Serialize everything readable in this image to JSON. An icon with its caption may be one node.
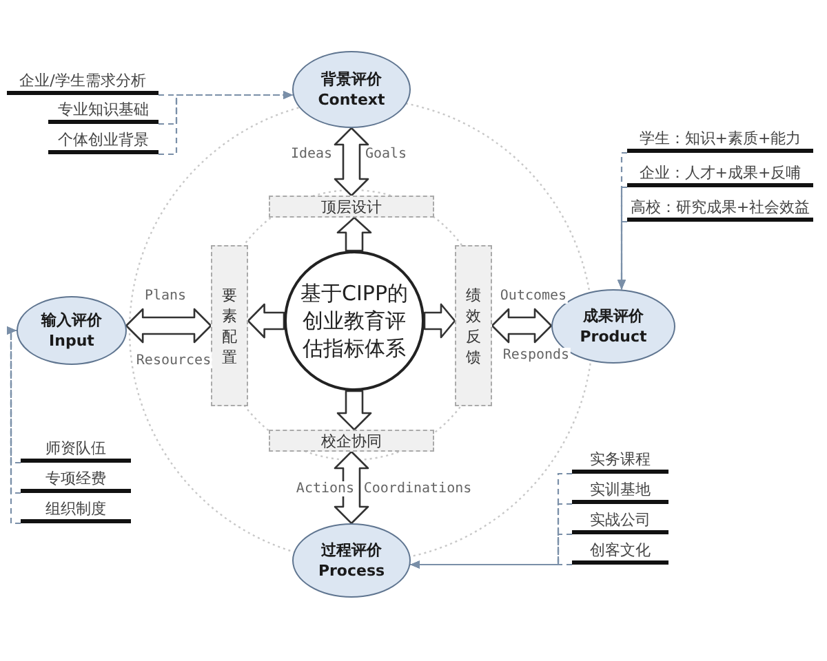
{
  "diagram": {
    "nodes": [
      {
        "text": [
          "背景评价",
          "Context"
        ]
      },
      {
        "text": [
          "输入评价",
          "Input"
        ]
      },
      {
        "text": [
          "成果评价",
          "Product"
        ]
      },
      {
        "text": [
          "过程评价",
          "Process"
        ]
      },
      {
        "text": [
          "基于CIPP的创业教育评估指标体系"
        ]
      },
      {
        "text": [
          "顶层设计"
        ]
      },
      {
        "text": [
          "要素配置"
        ]
      },
      {
        "text": [
          "绩效反馈"
        ]
      },
      {
        "text": [
          "校企协同"
        ]
      },
      {
        "text": [
          "企业/学生需求分析"
        ]
      },
      {
        "text": [
          "专业知识基础"
        ]
      },
      {
        "text": [
          "个体创业背景"
        ]
      },
      {
        "text": [
          "学生：知识+素质+能力"
        ]
      },
      {
        "text": [
          "企业：人才+成果+反哺"
        ]
      },
      {
        "text": [
          "高校：研究成果+社会效益"
        ]
      },
      {
        "text": [
          "师资队伍"
        ]
      },
      {
        "text": [
          "专项经费"
        ]
      },
      {
        "text": [
          "组织制度"
        ]
      },
      {
        "text": [
          "实务课程"
        ]
      },
      {
        "text": [
          "实训基地"
        ]
      },
      {
        "text": [
          "实战公司"
        ]
      },
      {
        "text": [
          "创客文化"
        ]
      }
    ],
    "edges": [
      {
        "from": 0,
        "to": 5,
        "arrow": "both",
        "label": "Ideas"
      },
      {
        "from": 4,
        "to": 5,
        "arrow": "to"
      },
      {
        "from": 4,
        "to": 6,
        "arrow": "to"
      },
      {
        "from": 4,
        "to": 7,
        "arrow": "to"
      },
      {
        "from": 4,
        "to": 8,
        "arrow": "to"
      },
      {
        "from": 6,
        "to": 1,
        "arrow": "both",
        "label": "Plans"
      },
      {
        "from": 7,
        "to": 2,
        "arrow": "both",
        "label": "Outcomes"
      },
      {
        "from": 8,
        "to": 3,
        "arrow": "both",
        "label": "Actions"
      },
      {
        "from": 9,
        "to": 0,
        "arrow": "to",
        "style": "dashed"
      },
      {
        "from": 10,
        "to": 0,
        "arrow": "to",
        "style": "dashed"
      },
      {
        "from": 11,
        "to": 0,
        "arrow": "to",
        "style": "dashed"
      },
      {
        "from": 12,
        "to": 2,
        "arrow": "to",
        "style": "dashed"
      },
      {
        "from": 13,
        "to": 2,
        "arrow": "to",
        "style": "dashed"
      },
      {
        "from": 14,
        "to": 2,
        "arrow": "to",
        "style": "dashed"
      },
      {
        "from": 15,
        "to": 1,
        "arrow": "to",
        "style": "dashed"
      },
      {
        "from": 16,
        "to": 1,
        "arrow": "to",
        "style": "dashed"
      },
      {
        "from": 17,
        "to": 1,
        "arrow": "to",
        "style": "dashed"
      },
      {
        "from": 18,
        "to": 3,
        "arrow": "to",
        "style": "dashed"
      },
      {
        "from": 19,
        "to": 3,
        "arrow": "to",
        "style": "dashed"
      },
      {
        "from": 20,
        "to": 3,
        "arrow": "to",
        "style": "dashed"
      },
      {
        "from": 21,
        "to": 3,
        "arrow": "to",
        "style": "dashed"
      }
    ],
    "labels": [
      "Goals",
      "Resources",
      "Responds",
      "Coordinations"
    ]
  }
}
